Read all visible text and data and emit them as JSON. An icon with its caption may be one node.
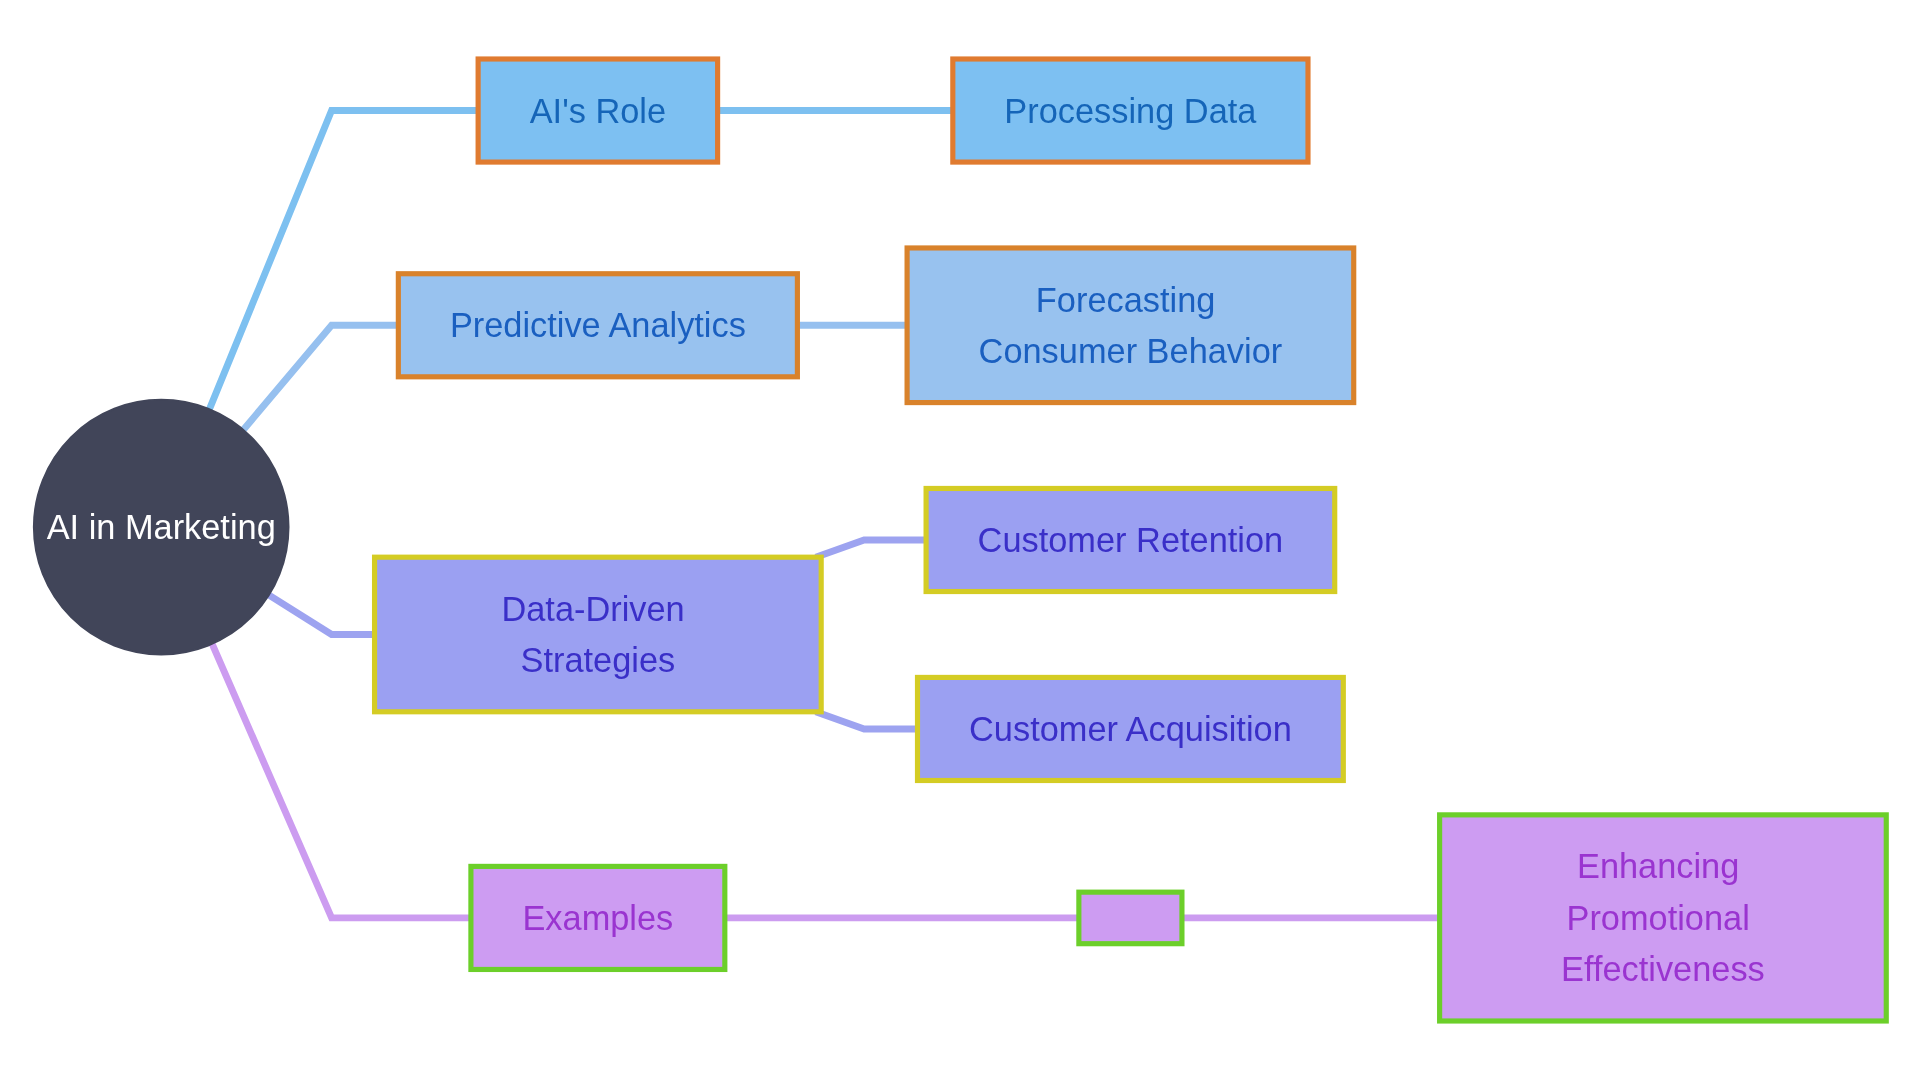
{
  "diagram": {
    "nodes": [
      {
        "text": [
          "AI in Marketing"
        ]
      },
      {
        "text": [
          "AI's Role"
        ]
      },
      {
        "text": [
          "Processing Data"
        ]
      },
      {
        "text": [
          "Predictive Analytics"
        ]
      },
      {
        "text": [
          "Forecasting Consumer Behavior"
        ]
      },
      {
        "text": [
          "Data-Driven Strategies"
        ]
      },
      {
        "text": [
          "Customer Retention"
        ]
      },
      {
        "text": [
          "Customer Acquisition"
        ]
      },
      {
        "text": [
          "Examples"
        ]
      },
      {
        "text": [],
        "shape": "box"
      },
      {
        "text": [
          "Enhancing Promotional Effectiveness"
        ]
      }
    ],
    "edges": [
      {
        "from": 0,
        "to": 1,
        "arrow": "none",
        "color": "#7dc0f0"
      },
      {
        "from": 1,
        "to": 2,
        "arrow": "none",
        "color": "#7dc0f0"
      },
      {
        "from": 0,
        "to": 3,
        "arrow": "none",
        "color": "#96c0ef"
      },
      {
        "from": 3,
        "to": 4,
        "arrow": "none",
        "color": "#96c0ef"
      },
      {
        "from": 0,
        "to": 5,
        "arrow": "none",
        "color": "#9da3f0"
      },
      {
        "from": 5,
        "to": 6,
        "arrow": "none",
        "color": "#9da3f0"
      },
      {
        "from": 5,
        "to": 7,
        "arrow": "none",
        "color": "#9da3f0"
      },
      {
        "from": 0,
        "to": 8,
        "arrow": "none",
        "color": "#cc9cf0"
      },
      {
        "from": 8,
        "to": 9,
        "arrow": "none",
        "color": "#cc9cf0"
      },
      {
        "from": 9,
        "to": 10,
        "arrow": "none",
        "color": "#cc9cf0"
      }
    ]
  }
}
